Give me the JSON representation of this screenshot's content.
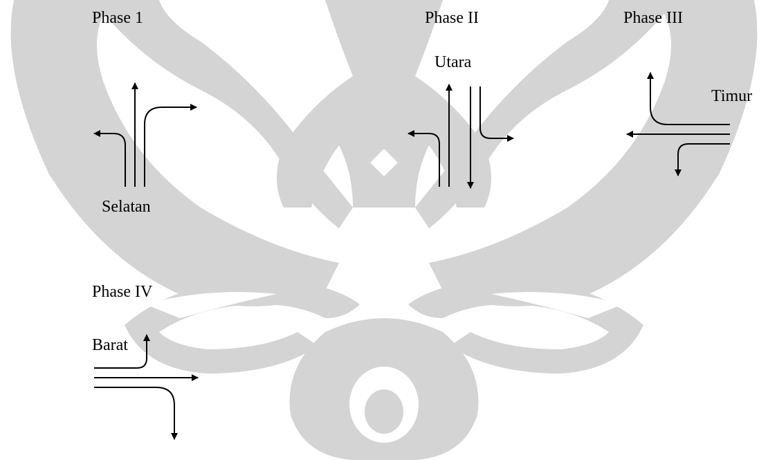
{
  "labels": {
    "phase1": "Phase 1",
    "phase2": "Phase II",
    "phase3": "Phase III",
    "phase4": "Phase IV",
    "north": "Utara",
    "east": "Timur",
    "south": "Selatan",
    "west": "Barat"
  },
  "colors": {
    "line": "#000000",
    "watermark": "#d4d4d4",
    "background": "#ffffff"
  },
  "watermark": "Universitas Indonesia logo (Makara)"
}
